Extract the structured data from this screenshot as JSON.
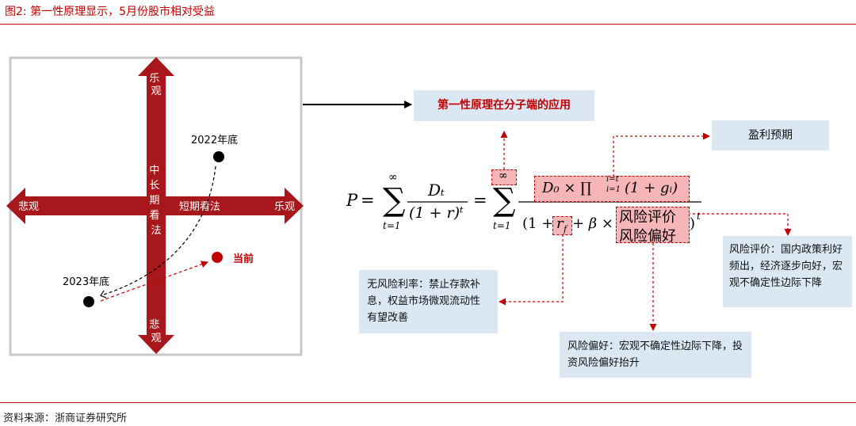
{
  "figure_title": "图2:  第一性原理显示，5月份股市相对受益",
  "source": "资料来源：浙商证券研究所",
  "quadrant": {
    "top": "乐观",
    "bottom": "悲观",
    "left": "悲观",
    "right": "乐观",
    "vertical_axis": "中长期看法",
    "horizontal_axis": "短期看法",
    "point_2022": "2022年底",
    "point_2023": "2023年底",
    "point_now": "当前"
  },
  "formula_header": "第一性原理在分子端的应用",
  "earnings_box": "盈利预期",
  "risk_eval_box": "风险评价：国内政策利好频出，经济逐步向好，宏观不确定性边际下降",
  "riskfree_box": "无风险利率：禁止存款补息，权益市场微观流动性有望改善",
  "risk_pref_box": "风险偏好：宏观不确定性边际下降，投资风险偏好抬升",
  "formula": {
    "P": "P",
    "eq": "=",
    "sum_top": "∞",
    "sum_bottom": "t=1",
    "num1": "Dₜ",
    "den1": "(1 + r)ᵗ",
    "num2_main": "D₀ × ∏",
    "num2_tail": "(1 + gᵢ)",
    "prod_top": "i=t",
    "prod_bottom": "i=1",
    "den2_a": "(1 +",
    "den2_rf": "r",
    "den2_rf_sub": "f",
    "den2_b": "+ β ×",
    "risk_eval_term": "风险评价",
    "risk_pref_term": "风险偏好",
    "den2_close": ")",
    "den2_power": "t"
  },
  "colors": {
    "accent": "#c00000",
    "box": "#dbe8f4",
    "highlight": "#f6b6b8"
  }
}
